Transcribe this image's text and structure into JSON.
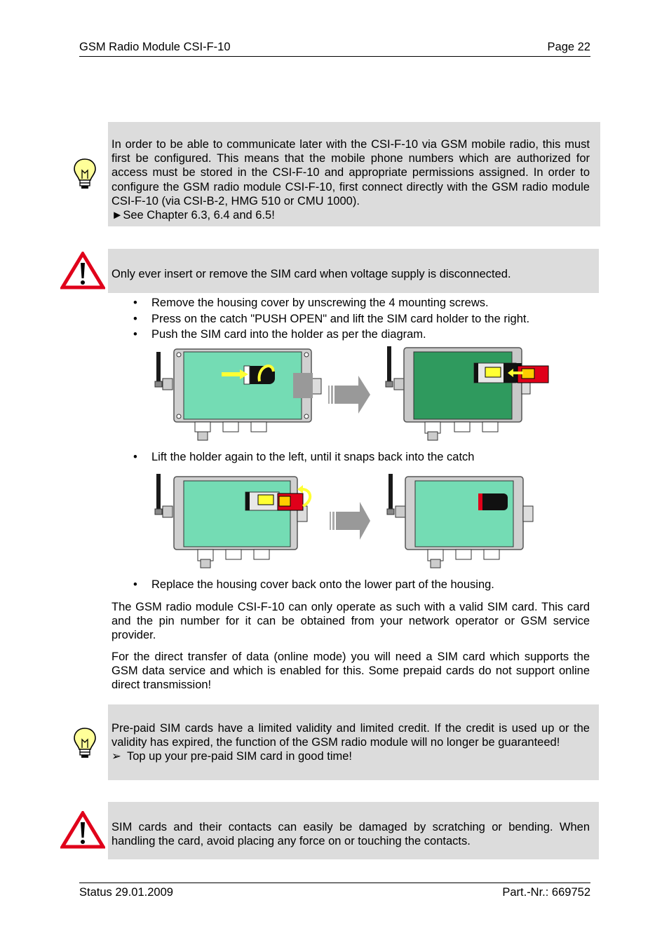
{
  "header": {
    "left": "GSM Radio Module CSI-F-10",
    "right": "Page 22"
  },
  "note1": {
    "lines": [
      "In order to be able to communicate later with the CSI-F-10 via GSM mobile radio, this must first be configured. This means that the mobile phone numbers which are authorized for access must be stored in the CSI-F-10 and appropriate permissions assigned. In order to configure the GSM radio module CSI-F-10, first connect directly with the GSM radio module CSI-F-10 (via CSI-B-2, HMG 510 or CMU 1000)."
    ],
    "ref": "►See Chapter 6.3, 6.4 and 6.5!"
  },
  "warn1": {
    "text": "Only ever insert or remove the SIM card when voltage supply is disconnected."
  },
  "steps1": [
    "Remove the housing cover by unscrewing the 4 mounting screws.",
    "Press on the catch \"PUSH OPEN\" and lift the SIM card holder to the right.",
    "Push the SIM card into the holder as per the diagram."
  ],
  "steps2": [
    "Lift the holder again to the left, until it snaps back into the catch"
  ],
  "steps3": [
    "Replace the housing cover back onto the lower part of the housing."
  ],
  "para1": "The GSM radio module CSI-F-10 can only operate as such with a valid SIM card. This card and the pin number for it can be obtained from your network operator or GSM service provider.",
  "para2": "For the direct transfer of data (online mode) you will need a SIM card which supports the GSM data service and which is enabled for this. Some prepaid cards do not support online direct transmission!",
  "note2": {
    "text": "Pre-paid SIM cards have a limited validity and limited credit. If the credit is used up or the validity has expired, the function of the GSM radio module will no longer be guaranteed!",
    "action": "Top up your pre-paid SIM card in good time!"
  },
  "warn2": {
    "text": "SIM cards and their contacts can easily be damaged by scratching or bending. When handling the card, avoid placing any force on or touching the contacts."
  },
  "footer": {
    "left": "Status 29.01.2009",
    "right": "Part.-Nr.: 669752"
  },
  "colors": {
    "box_bg": "#dcdcdc",
    "housing_light": "#74dcb4",
    "housing_dark": "#2f9a5e",
    "warn_red": "#e0001a",
    "bulb_yellow": "#ffff99"
  },
  "icons": [
    "lightbulb-icon",
    "warning-triangle-icon",
    "transition-arrow-icon"
  ]
}
